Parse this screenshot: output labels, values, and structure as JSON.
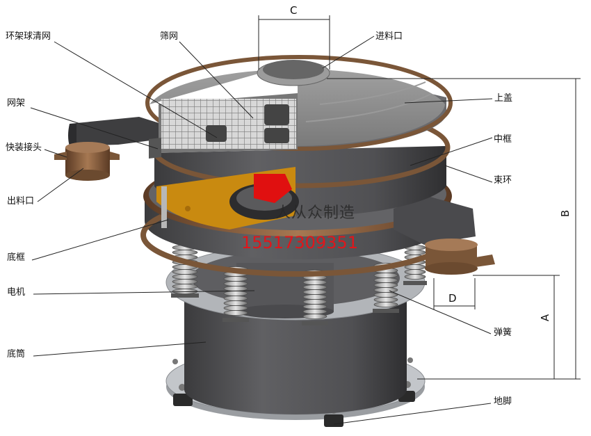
{
  "labels": {
    "ball_cleaning_frame": "环架球清网",
    "screen_mesh": "筛网",
    "inlet": "进料口",
    "mesh_frame": "网架",
    "top_cover": "上盖",
    "quick_connector": "快装接头",
    "middle_frame": "中框",
    "clamp_ring": "束环",
    "outlet": "出料口",
    "bottom_frame": "底框",
    "motor": "电机",
    "spring": "弹簧",
    "base_cylinder": "底筒",
    "foot": "地脚"
  },
  "dimensions": {
    "a": "A",
    "b": "B",
    "c": "C",
    "d": "D"
  },
  "watermark": {
    "text": "人从众制造",
    "phone": "15517309351"
  },
  "colors": {
    "body": "#5b5b5d",
    "body_dark": "#3a3a3c",
    "rim_bronze": "#7a5638",
    "lid": "#8c8c8c",
    "spring_grey": "#c9c9c9",
    "base_plate": "#b9bcc0",
    "weight_red": "#e01010",
    "floor_orange": "#c98a10",
    "watermark_red": "#e0161b"
  }
}
